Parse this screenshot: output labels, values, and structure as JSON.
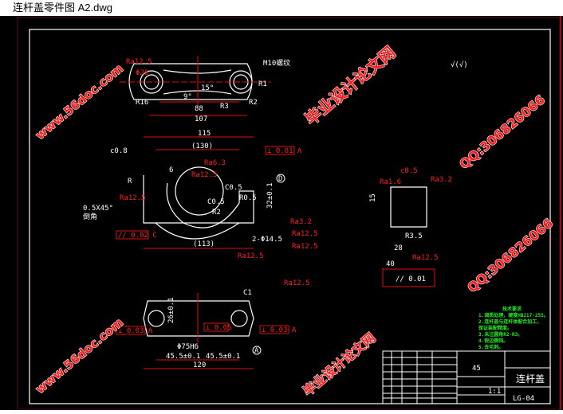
{
  "window": {
    "title": "连杆盖零件图 A2.dwg"
  },
  "top_view": {
    "dims": [
      "Φ28",
      "R16",
      "R2",
      "R1",
      "15°",
      "9°",
      "88",
      "107",
      "R3",
      "Ra12.5"
    ],
    "note": "M10螺纹"
  },
  "front_view": {
    "dims": [
      "115",
      "(130)",
      "c0.8",
      "C0.5",
      "C0.5",
      "R0.5",
      "R2",
      "32±0.1",
      "2-Φ14.5",
      "(113)",
      "0.5X45°",
      "R",
      "6"
    ],
    "note_left": "倒角",
    "roughness": [
      "Ra12.5",
      "Ra6.3",
      "Ra12.5",
      "Ra3.2",
      "Ra12.5",
      "Ra12.5",
      "Ra12.5"
    ],
    "datum": "D",
    "tolerance_right": "⊥ 0.01 A",
    "tolerance_left": "// 0.02 C"
  },
  "bottom_view": {
    "dims": [
      "120",
      "45.5±0.1",
      "45.5±0.1",
      "Φ75H6",
      "C1",
      "26±0.1"
    ],
    "datum": "A",
    "tol_left": "⊥ 0.03 A",
    "tol_mid": "⊥ 0.05",
    "tol_right": "⊥ 0.03 A",
    "roughness": "Ra12.5"
  },
  "side_view": {
    "dims": [
      "15",
      "28",
      "40",
      "R3.5",
      "c0.5"
    ],
    "roughness": [
      "Ra1.6",
      "Ra12.5",
      "Ra3.2"
    ],
    "tolerance": "// 0.01"
  },
  "surface_symbol": "√(√)",
  "tech_notes": {
    "title": "技术要求",
    "lines": [
      "1.调质处理，硬度HB217-255。",
      "2.连杆盖与连杆体配合加工，",
      "  保证装配精度。",
      "3.未注圆角R2-R3。",
      "4.锐边倒钝。",
      "5.去毛刺。"
    ]
  },
  "title_block": {
    "material": "45",
    "part_name": "连杆盖",
    "drawing_no": "LG-04",
    "scale": "1:1"
  },
  "watermarks": [
    "毕业设计论文网",
    "www.56doc.com",
    "QQ:306826066"
  ]
}
